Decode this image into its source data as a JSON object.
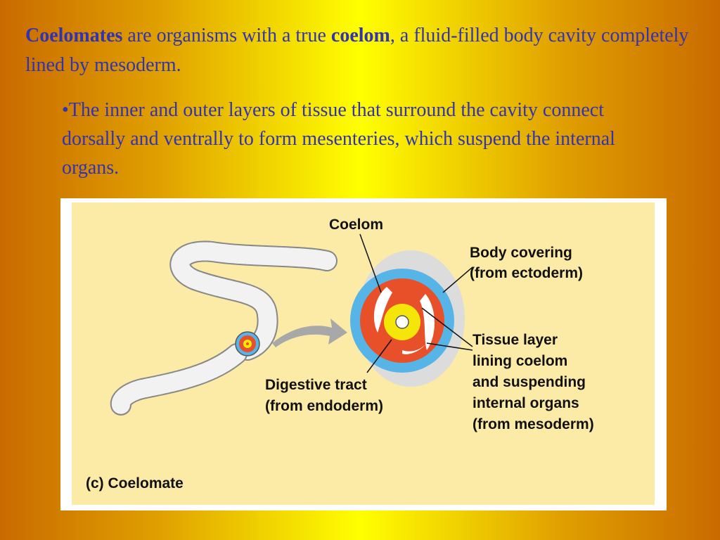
{
  "slide": {
    "paragraph": {
      "term1": "Coelomates",
      "text1": " are organisms with a true ",
      "term2": "coelom",
      "text2": ", a fluid-filled body cavity completely lined by mesoderm."
    },
    "bullet": "•The inner and outer layers of tissue that surround the cavity connect dorsally and ventrally to form mesenteries, which suspend the internal organs."
  },
  "figure": {
    "labels": {
      "coelom": "Coelom",
      "body_covering_1": "Body covering",
      "body_covering_2": "(from ectoderm)",
      "tissue_1": "Tissue layer",
      "tissue_2": "lining coelom",
      "tissue_3": "and suspending",
      "tissue_4": "internal organs",
      "tissue_5": "(from mesoderm)",
      "digestive_1": "Digestive tract",
      "digestive_2": "(from endoderm)",
      "caption": "(c) Coelomate"
    },
    "colors": {
      "ectoderm": "#56b4e6",
      "mesoderm": "#e8502a",
      "endoderm": "#f5e60a",
      "panel_bg": "#fbeba6"
    }
  }
}
